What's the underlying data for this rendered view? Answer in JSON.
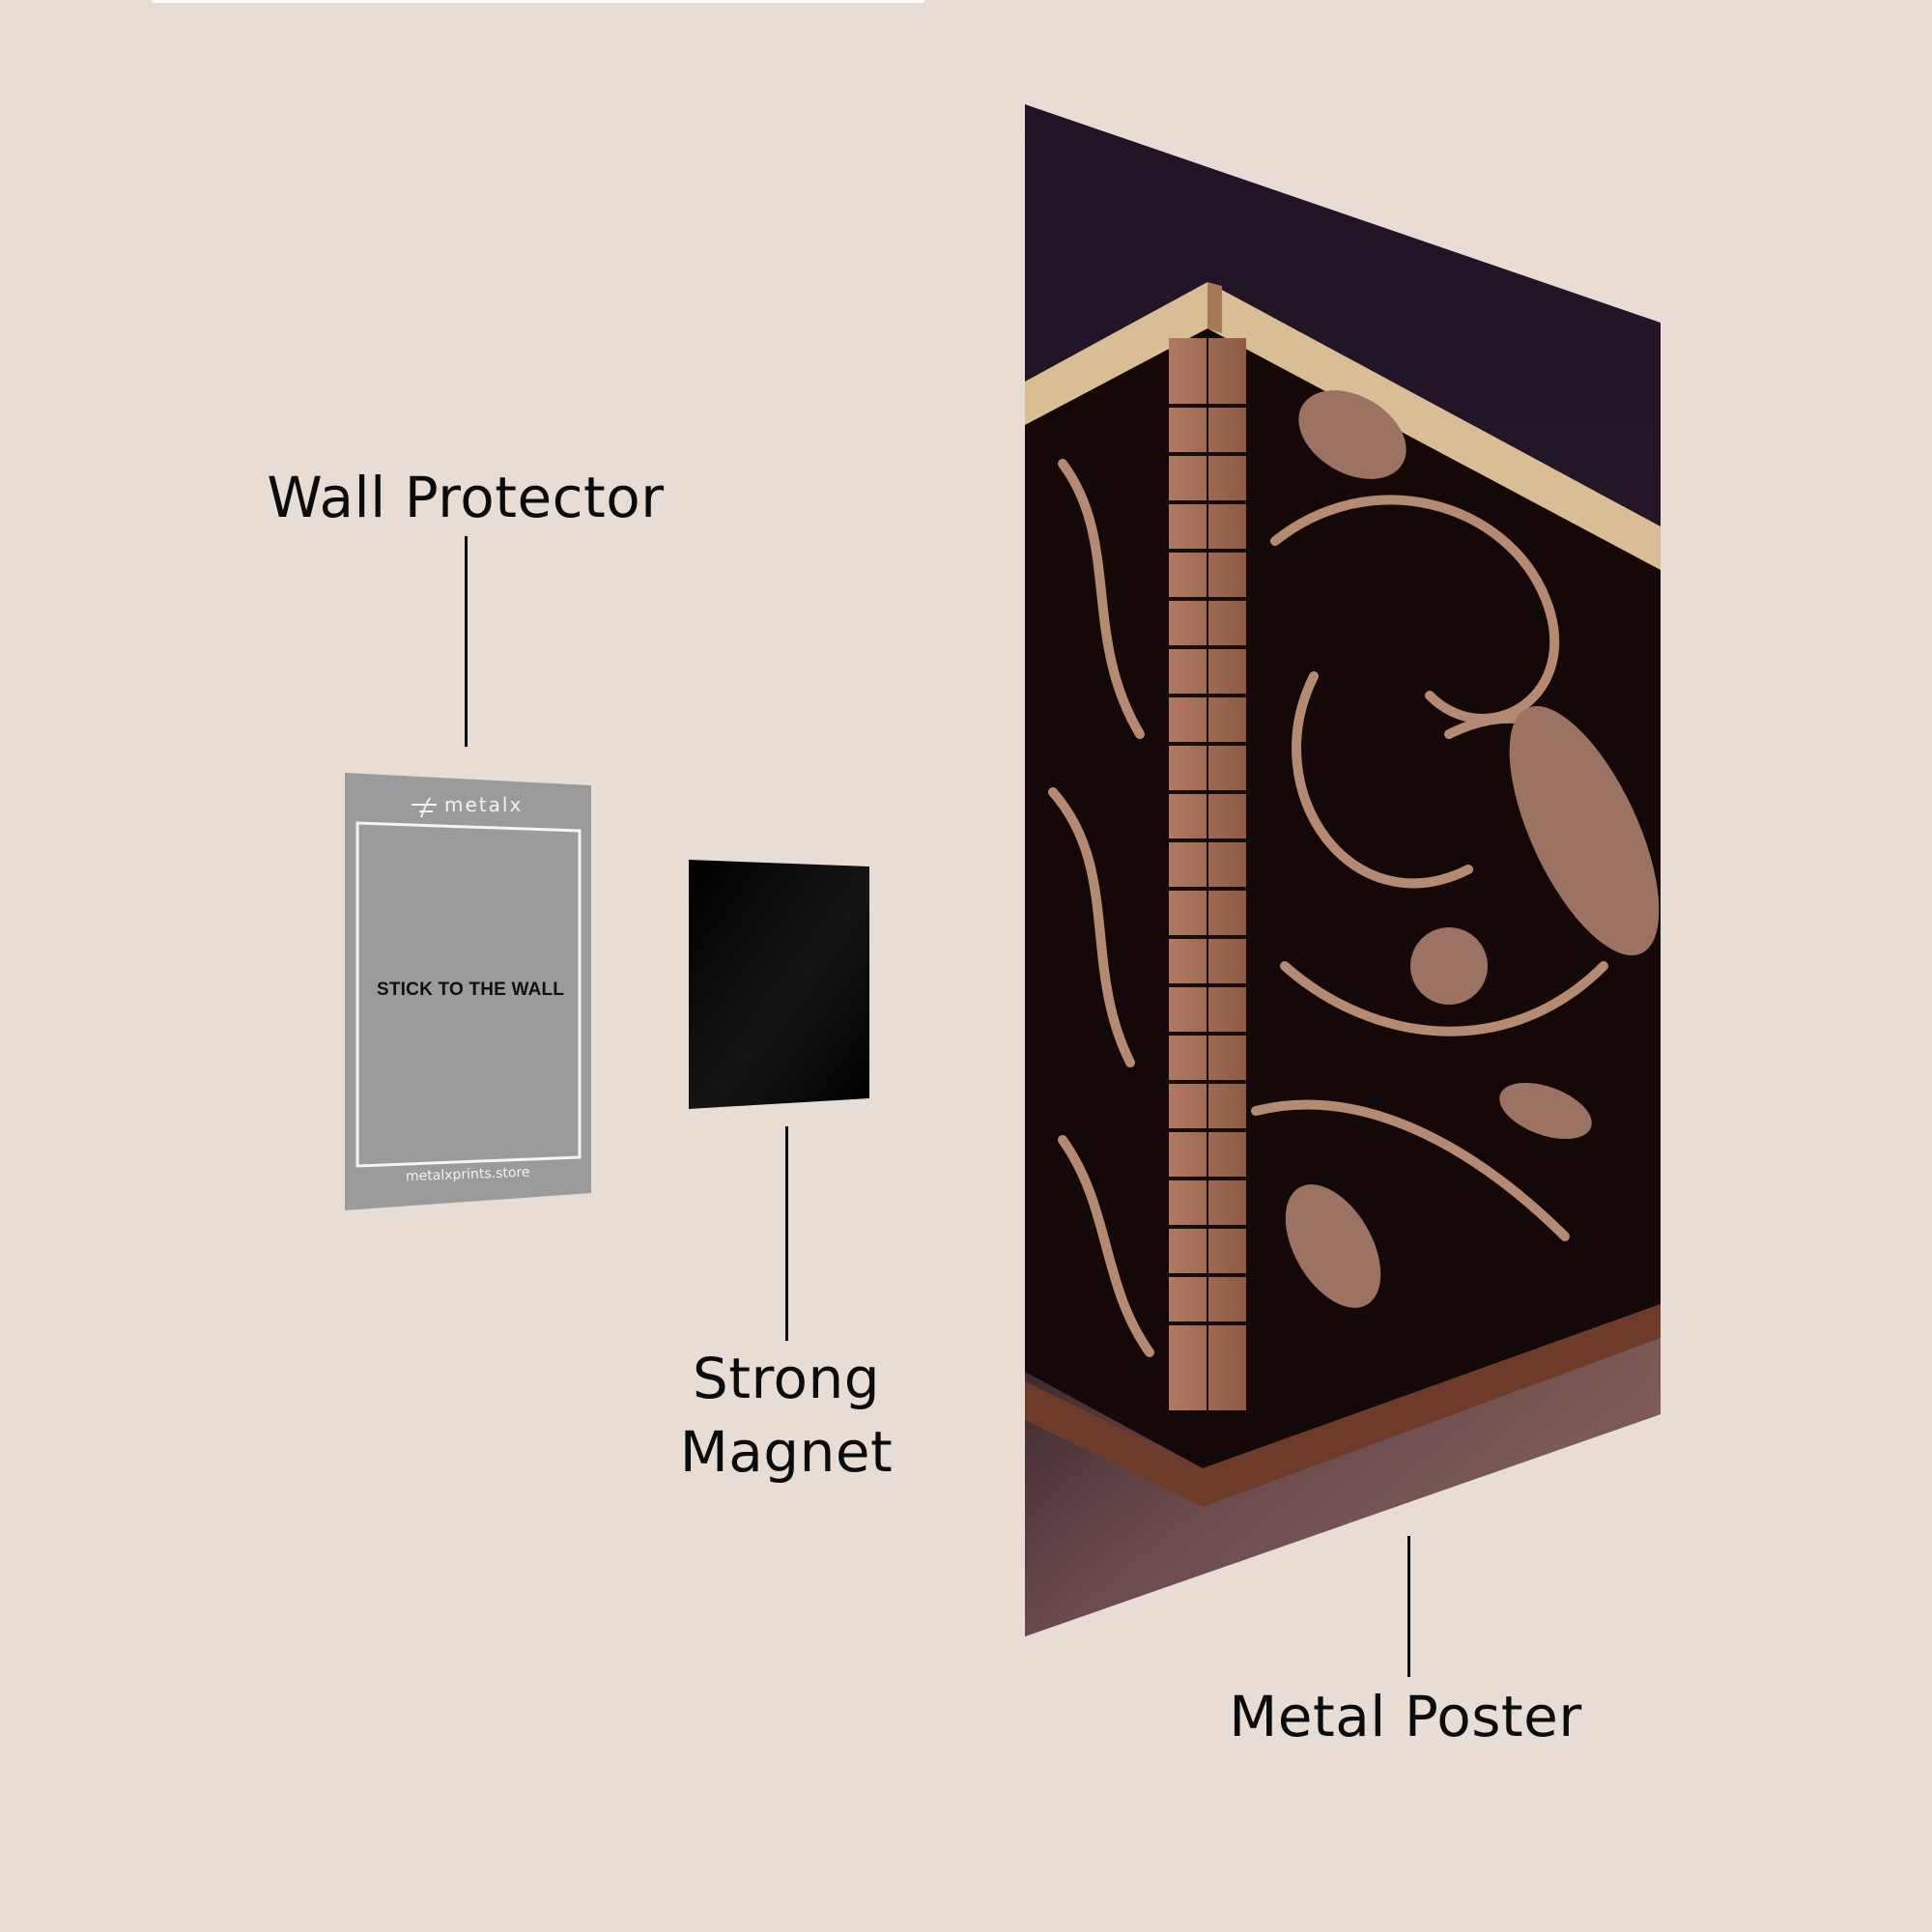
{
  "colors": {
    "background": "#e8ddd5",
    "text": "#0b0b0b",
    "protector_gray": "#9b9b9b",
    "magnet_black": "#050505",
    "poster_sky": "#241728",
    "poster_floor": "#8a6462"
  },
  "labels": {
    "wall_protector": "Wall Protector",
    "strong_magnet_line1": "Strong",
    "strong_magnet_line2": "Magnet",
    "metal_poster": "Metal Poster"
  },
  "wall_protector": {
    "brand": "metalx",
    "instruction": "STICK TO THE WALL",
    "website": "metalxprints.store"
  },
  "poster": {
    "subject": "ornate carved wooden corner with brick pillar and swirling leaf motifs"
  }
}
